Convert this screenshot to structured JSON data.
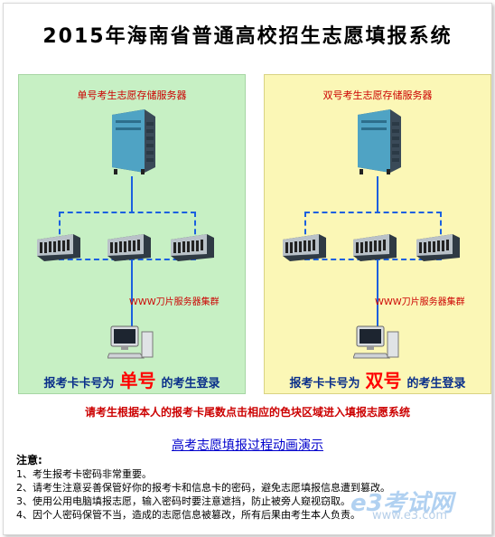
{
  "page": {
    "title": "2015年海南省普通高校招生志愿填报系统"
  },
  "panels": {
    "odd": {
      "server_label": "单号考生志愿存储服务器",
      "cluster_label": "WWW刀片服务器集群",
      "login_prefix": "报考卡卡号为",
      "login_big": "单号",
      "login_suffix": "的考生登录"
    },
    "even": {
      "server_label": "双号考生志愿存储服务器",
      "cluster_label": "WWW刀片服务器集群",
      "login_prefix": "报考卡卡号为",
      "login_big": "双号",
      "login_suffix": "的考生登录"
    }
  },
  "instruction": "请考生根据本人的报考卡尾数点击相应的色块区域进入填报志愿系统",
  "demo_link": "高考志愿填报过程动画演示",
  "notes": {
    "title": "注意:",
    "items": [
      "1、考生报考卡密码非常重要。",
      "2、请考生注意妥善保管好你的报考卡和信息卡的密码，避免志愿填报信息遭到篡改。",
      "3、使用公用电脑填报志愿，输入密码时要注意遮挡，防止被旁人窥视窃取。",
      "4、因个人密码保管不当，造成的志愿信息被篡改，所有后果由考生本人负责。"
    ]
  },
  "watermark": {
    "brand": "e3考试网",
    "url": "www.e3.com"
  },
  "colors": {
    "odd_panel": "#c7f0c4",
    "even_panel": "#fbf7b6",
    "network_line": "#1a60e0",
    "highlight": "#ff0000"
  }
}
